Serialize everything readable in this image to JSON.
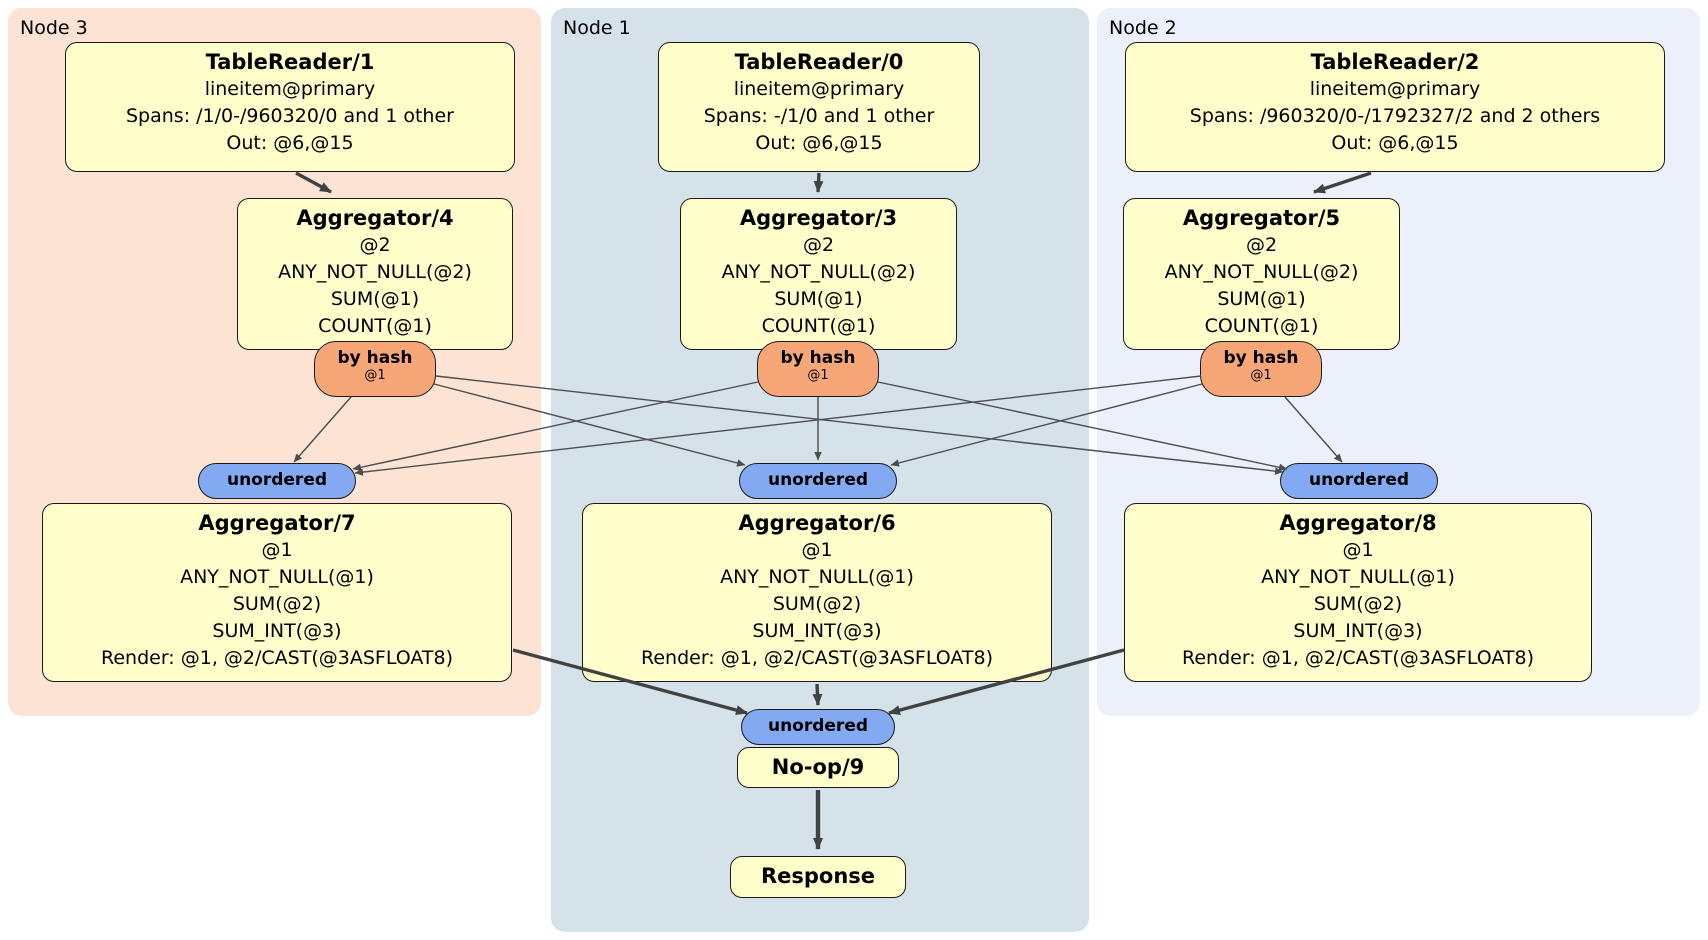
{
  "regions": {
    "node3": {
      "label": "Node 3"
    },
    "node1": {
      "label": "Node 1"
    },
    "node2": {
      "label": "Node 2"
    }
  },
  "processors": {
    "tr1": {
      "title": "TableReader/1",
      "lines": [
        "lineitem@primary",
        "Spans: /1/0-/960320/0 and 1 other",
        "Out: @6,@15"
      ]
    },
    "tr0": {
      "title": "TableReader/0",
      "lines": [
        "lineitem@primary",
        "Spans: -/1/0 and 1 other",
        "Out: @6,@15"
      ]
    },
    "tr2": {
      "title": "TableReader/2",
      "lines": [
        "lineitem@primary",
        "Spans: /960320/0-/1792327/2 and 2 others",
        "Out: @6,@15"
      ]
    },
    "agg4": {
      "title": "Aggregator/4",
      "lines": [
        "@2",
        "ANY_NOT_NULL(@2)",
        "SUM(@1)",
        "COUNT(@1)"
      ]
    },
    "agg3": {
      "title": "Aggregator/3",
      "lines": [
        "@2",
        "ANY_NOT_NULL(@2)",
        "SUM(@1)",
        "COUNT(@1)"
      ]
    },
    "agg5": {
      "title": "Aggregator/5",
      "lines": [
        "@2",
        "ANY_NOT_NULL(@2)",
        "SUM(@1)",
        "COUNT(@1)"
      ]
    },
    "agg7": {
      "title": "Aggregator/7",
      "lines": [
        "@1",
        "ANY_NOT_NULL(@1)",
        "SUM(@2)",
        "SUM_INT(@3)",
        "Render: @1, @2/CAST(@3ASFLOAT8)"
      ]
    },
    "agg6": {
      "title": "Aggregator/6",
      "lines": [
        "@1",
        "ANY_NOT_NULL(@1)",
        "SUM(@2)",
        "SUM_INT(@3)",
        "Render: @1, @2/CAST(@3ASFLOAT8)"
      ]
    },
    "agg8": {
      "title": "Aggregator/8",
      "lines": [
        "@1",
        "ANY_NOT_NULL(@1)",
        "SUM(@2)",
        "SUM_INT(@3)",
        "Render: @1, @2/CAST(@3ASFLOAT8)"
      ]
    },
    "noop": {
      "title": "No-op/9"
    },
    "response": {
      "title": "Response"
    }
  },
  "router": {
    "label": "by hash",
    "key": "@1"
  },
  "stream": {
    "label": "unordered"
  },
  "colors": {
    "node3_bg": "#fce3d4",
    "node1_bg": "#d5e2ea",
    "node2_bg": "#ebf0fa",
    "processor_fill": "#ffffcc",
    "hash_router_fill": "#f6a677",
    "stream_fill": "#82a9f1",
    "edge": "#424242"
  }
}
